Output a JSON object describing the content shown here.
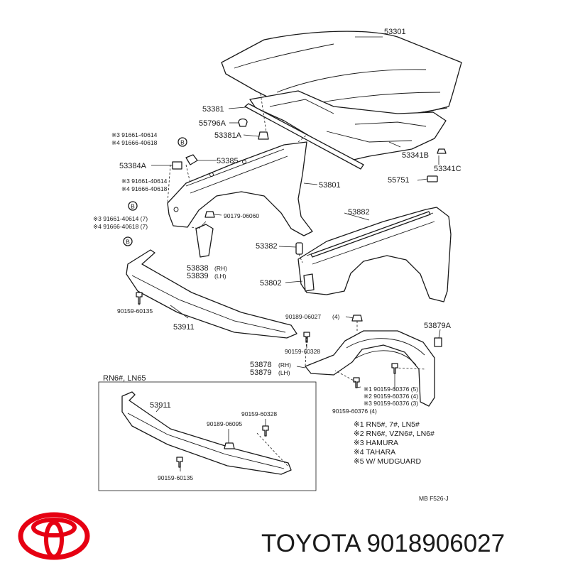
{
  "labels": {
    "p53301": "53301",
    "p53381": "53381",
    "p55796A": "55796A",
    "p53381A": "53381A",
    "p53341B": "53341B",
    "p53341C": "53341C",
    "p53384A": "53384A",
    "p53385": "53385",
    "p53801": "53801",
    "p55751": "55751",
    "p53882": "53882",
    "p90179": "90179-06060",
    "p53382": "53382",
    "p53838": "53838",
    "p53838_rh": "(RH)",
    "p53839": "53839",
    "p53839_lh": "(LH)",
    "p53802": "53802",
    "p90159_60135_a": "90159-60135",
    "p53911_a": "53911",
    "p90189_06027": "90189-06027",
    "p90189_06027_qty": "(4)",
    "p53879A": "53879A",
    "p90159_60328_a": "90159-60328",
    "p53878": "53878",
    "p53878_rh": "(RH)",
    "p53879": "53879",
    "p53879_lh": "(LH)",
    "p90159_60376_qty4": "90159-60376 (4)",
    "inset_title": "RN6#, LN65",
    "p53911_b": "53911",
    "p90159_60328_b": "90159-60328",
    "p90189_06095": "90189-06095",
    "p90159_60135_b": "90159-60135",
    "fig_code": "MB  F526-J"
  },
  "bolt_groups": [
    [
      "※3 91661-40614",
      "※4 91666-40618"
    ],
    [
      "※3 91661-40614",
      "※4 91666-40618"
    ],
    [
      "※3 91661-40614 (7)",
      "※4 91666-40618 (7)"
    ],
    [
      "※1 90159-60376 (5)",
      "※2 90159-60376 (4)",
      "※3 90159-60376 (3)"
    ]
  ],
  "footnotes": [
    "※1 RN5#, 7#, LN5#",
    "※2 RN6#, VZN6#, LN6#",
    "※3 HAMURA",
    "※4 TAHARA",
    "※5 W/ MUDGUARD"
  ],
  "washer_letter": "B",
  "brand": {
    "text": "TOYOTA 9018906027",
    "logo_color": "#e60012"
  }
}
